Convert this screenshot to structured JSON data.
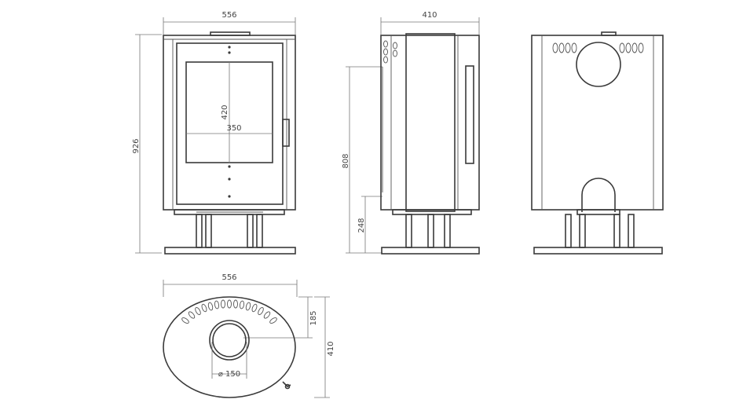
{
  "front_view": {
    "width_label": "556",
    "height_label": "926",
    "glass_height_label": "420",
    "glass_width_label": "350"
  },
  "side_view": {
    "depth_label": "410",
    "outlet_height_label": "808",
    "pedestal_height_label": "248"
  },
  "top_view": {
    "width_label": "556",
    "flue_offset_label": "185",
    "depth_label": "410",
    "flue_diameter_label": "⌀ 150"
  },
  "colors": {
    "line": "#3a3a3a",
    "dimension": "#777777",
    "background": "#ffffff"
  }
}
